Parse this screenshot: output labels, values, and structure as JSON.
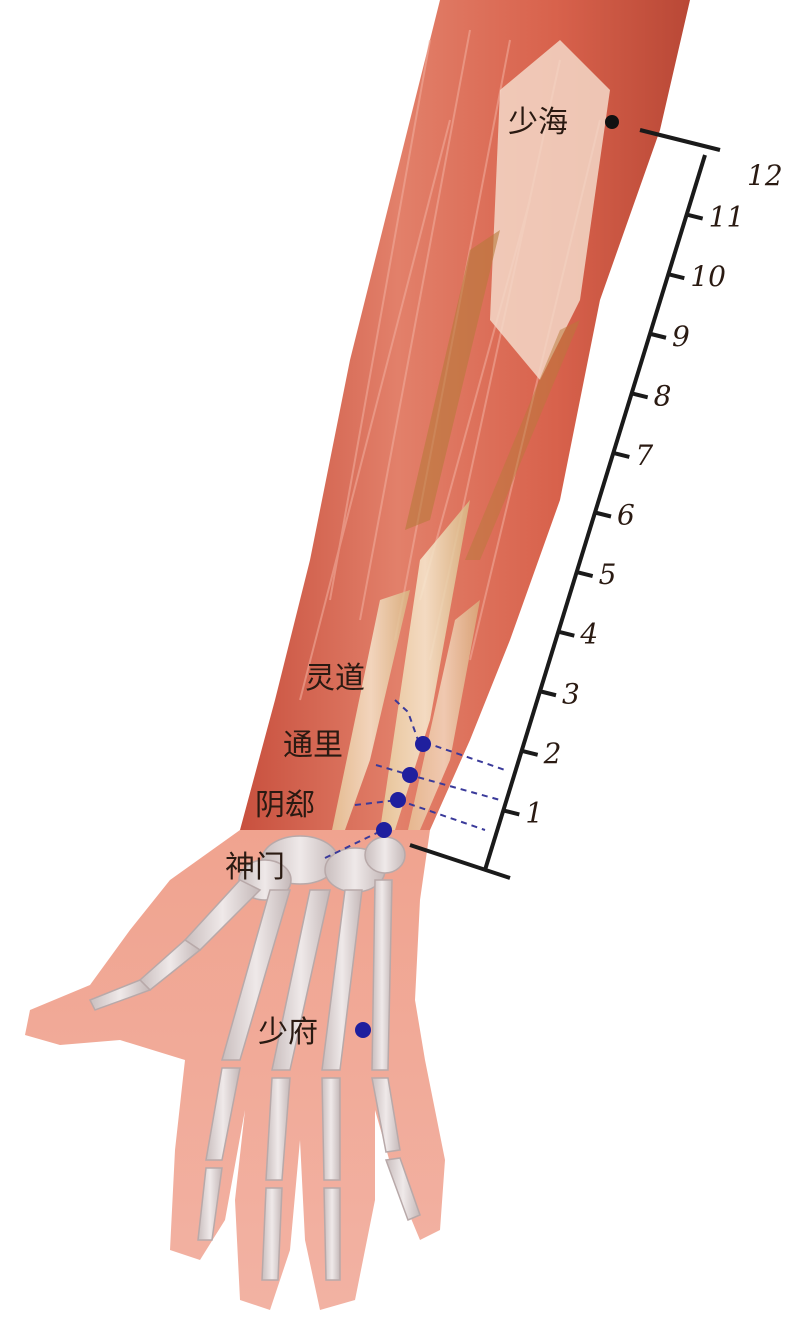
{
  "points": {
    "shaohai": "少海",
    "lingdao": "灵道",
    "tongli": "通里",
    "yinxi": "阴郄",
    "shenmen": "神门",
    "shaofu": "少府"
  },
  "ruler": {
    "labels": [
      "1",
      "2",
      "3",
      "4",
      "5",
      "6",
      "7",
      "8",
      "9",
      "10",
      "11",
      "12"
    ]
  },
  "colors": {
    "point_blue": "#1f1f9e",
    "point_black": "#111111",
    "ruler": "#1a1a1a",
    "dashed_line": "#3a3a9a",
    "muscle": "#d9735e",
    "skin": "#eda08e",
    "bone": "#e6dede",
    "tendon": "#efd6a8"
  }
}
